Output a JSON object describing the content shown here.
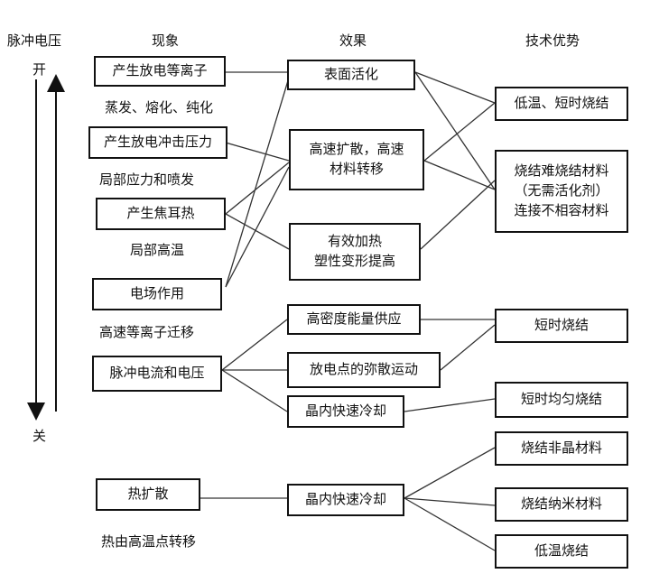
{
  "headers": {
    "pulse_voltage": "脉冲电压",
    "phenomenon": "现象",
    "effect": "效果",
    "advantage": "技术优势"
  },
  "axis": {
    "on": "开",
    "off": "关"
  },
  "phenomena": [
    {
      "label": "产生放电等离子",
      "sub": "蒸发、熔化、纯化"
    },
    {
      "label": "产生放电冲击压力",
      "sub": "局部应力和喷发"
    },
    {
      "label": "产生焦耳热",
      "sub": "局部高温"
    },
    {
      "label": "电场作用",
      "sub": "高速等离子迁移"
    },
    {
      "label": "脉冲电流和电压",
      "sub": ""
    },
    {
      "label": "热扩散",
      "sub": "热由高温点转移"
    }
  ],
  "effects": [
    {
      "lines": [
        "表面活化"
      ]
    },
    {
      "lines": [
        "高速扩散，高速",
        "材料转移"
      ]
    },
    {
      "lines": [
        "有效加热",
        "塑性变形提高"
      ]
    },
    {
      "lines": [
        "高密度能量供应"
      ]
    },
    {
      "lines": [
        "放电点的弥散运动"
      ]
    },
    {
      "lines": [
        "晶内快速冷却"
      ]
    },
    {
      "lines": [
        "晶内快速冷却"
      ]
    }
  ],
  "advantages": [
    {
      "lines": [
        "低温、短时烧结"
      ]
    },
    {
      "lines": [
        "烧结难烧结材料",
        "（无需活化剂）",
        "连接不相容材料"
      ]
    },
    {
      "lines": [
        "短时烧结"
      ]
    },
    {
      "lines": [
        "短时均匀烧结"
      ]
    },
    {
      "lines": [
        "烧结非晶材料"
      ]
    },
    {
      "lines": [
        "烧结纳米材料"
      ]
    },
    {
      "lines": [
        "低温烧结"
      ]
    }
  ]
}
